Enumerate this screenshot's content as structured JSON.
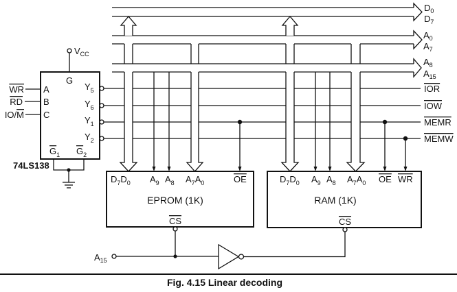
{
  "figure": {
    "caption": "Fig. 4.15 Linear decoding"
  },
  "decoder": {
    "part_number": "74LS138",
    "supply": {
      "main": "V",
      "sub": "CC"
    },
    "enable_high": "G",
    "inputs": [
      {
        "signal_prefix": "",
        "signal": "WR",
        "pin": "A"
      },
      {
        "signal_prefix": "",
        "signal": "RD",
        "pin": "B"
      },
      {
        "signal_prefix": "IO/",
        "signal": "M",
        "pin": "C"
      }
    ],
    "outputs": [
      {
        "main": "Y",
        "sub": "5",
        "net": "IOR"
      },
      {
        "main": "Y",
        "sub": "6",
        "net": "IOW"
      },
      {
        "main": "Y",
        "sub": "1",
        "net": "MEMR"
      },
      {
        "main": "Y",
        "sub": "2",
        "net": "MEMW"
      }
    ],
    "enable_low": [
      {
        "main": "G",
        "sub": "1"
      },
      {
        "main": "G",
        "sub": "2"
      }
    ]
  },
  "buses": [
    {
      "name": "data",
      "from": {
        "main": "D",
        "sub": "0"
      },
      "to": {
        "main": "D",
        "sub": "7"
      }
    },
    {
      "name": "address-low",
      "from": {
        "main": "A",
        "sub": "0"
      },
      "to": {
        "main": "A",
        "sub": "7"
      }
    },
    {
      "name": "address-high",
      "from": {
        "main": "A",
        "sub": "8"
      },
      "to": {
        "main": "A",
        "sub": "15"
      }
    }
  ],
  "control_lines": [
    "IOR",
    "IOW",
    "MEMR",
    "MEMW"
  ],
  "eprom": {
    "title": "EPROM (1K)",
    "data_pins": [
      {
        "main": "D",
        "sub": "7"
      },
      {
        "main": "D",
        "sub": "0"
      }
    ],
    "addr_high_pins": [
      {
        "main": "A",
        "sub": "9"
      },
      {
        "main": "A",
        "sub": "8"
      }
    ],
    "addr_low_pins": [
      {
        "main": "A",
        "sub": "7"
      },
      {
        "main": "A",
        "sub": "0"
      }
    ],
    "oe": "OE",
    "cs": "CS"
  },
  "ram": {
    "title": "RAM (1K)",
    "data_pins": [
      {
        "main": "D",
        "sub": "7"
      },
      {
        "main": "D",
        "sub": "0"
      }
    ],
    "addr_high_pins": [
      {
        "main": "A",
        "sub": "9"
      },
      {
        "main": "A",
        "sub": "8"
      }
    ],
    "addr_low_pins": [
      {
        "main": "A",
        "sub": "7"
      },
      {
        "main": "A",
        "sub": "0"
      }
    ],
    "oe": "OE",
    "wr": "WR",
    "cs": "CS"
  },
  "address_select": {
    "main": "A",
    "sub": "15"
  }
}
